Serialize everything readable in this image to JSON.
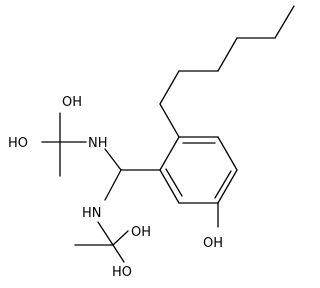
{
  "molecule": {
    "atom_labels": {
      "oh_top_left": "OH",
      "ho_left": "HO",
      "nh_upper": "NH",
      "hn_lower": "HN",
      "oh_bottom_right": "OH",
      "ho_bottom": "HO",
      "oh_phenol": "OH"
    }
  }
}
